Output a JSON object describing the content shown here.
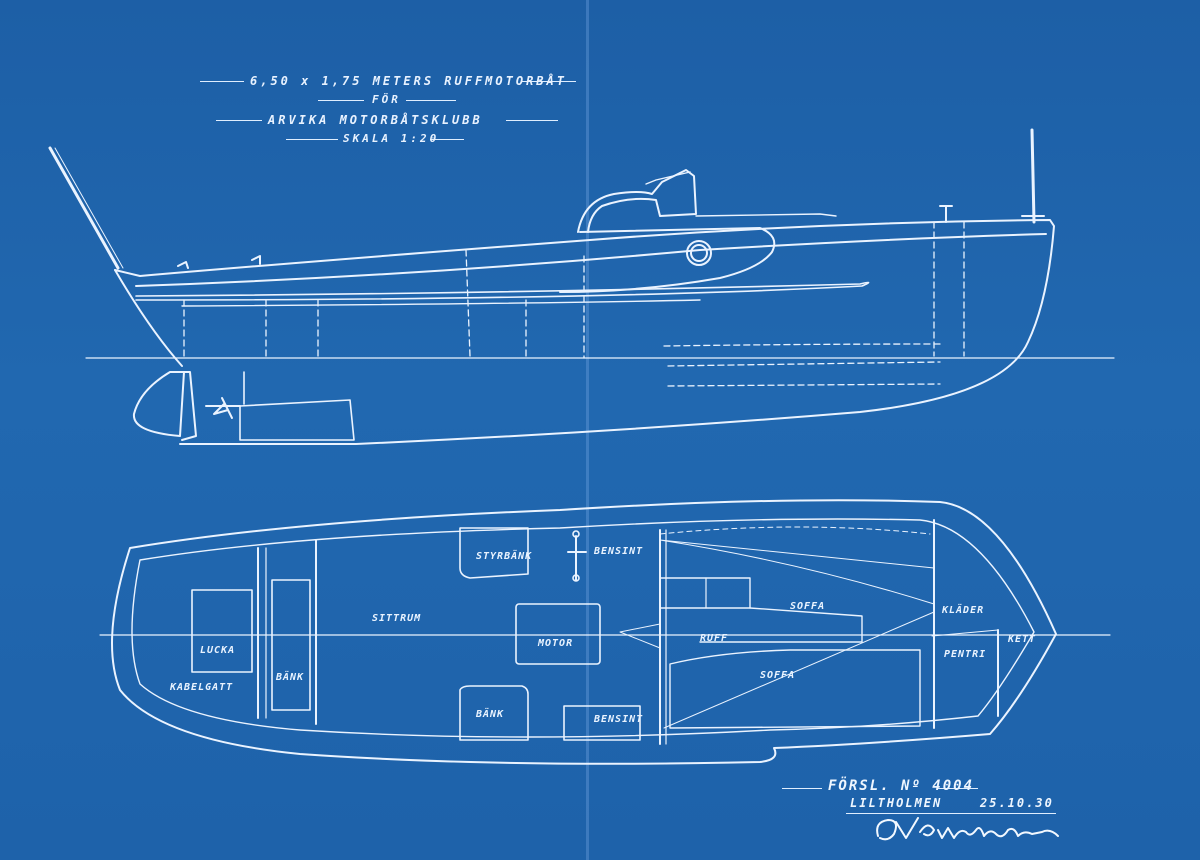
{
  "title": {
    "line1": "6,50 x 1,75 METERS RUFFMOTORBÅT",
    "line2": "FÖR",
    "line3": "ARVIKA MOTORBÅTSKLUBB",
    "line4": "SKALA 1:20"
  },
  "plan_labels": {
    "styrbank": "STYRBÄNK",
    "bensint_top": "BENSINT",
    "sittrum": "SITTRUM",
    "motor": "MOTOR",
    "ruff": "RUFF",
    "soffa_top": "SOFFA",
    "soffa_bottom": "SOFFA",
    "klader": "KLÄDER",
    "kett": "KETT",
    "pentri": "PENTRI",
    "lucka": "LUCKA",
    "kabelgatt": "KABELGATT",
    "bank_mid": "BÄNK",
    "bank_bottom": "BÄNK",
    "bensint_bottom": "BENSINT"
  },
  "title_block": {
    "proposal": "FÖRSL. Nº 4004",
    "place": "LILTHOLMEN",
    "date": "25.10.30"
  },
  "colors": {
    "paper": "#1f63a8",
    "line": "#eaf3ff"
  }
}
